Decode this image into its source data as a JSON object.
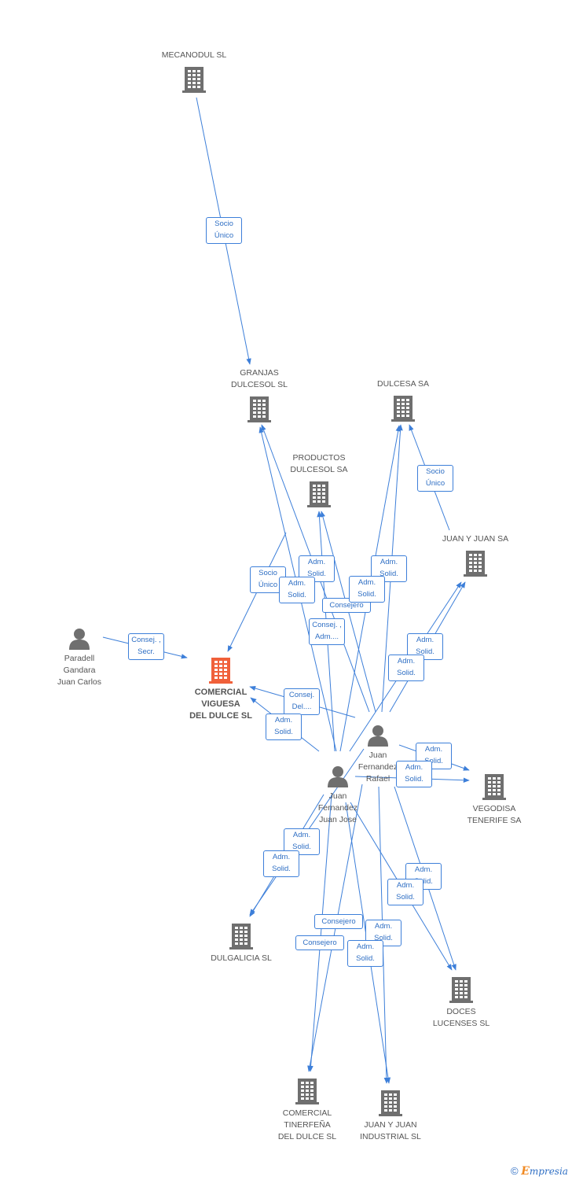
{
  "nodes": [
    {
      "id": "mecanodul",
      "label": "MECANODUL SL",
      "type": "company"
    },
    {
      "id": "granjas",
      "label": "GRANJAS\nDULCESOL SL",
      "type": "company"
    },
    {
      "id": "dulcesa",
      "label": "DULCESA SA",
      "type": "company"
    },
    {
      "id": "productos",
      "label": "PRODUCTOS\nDULCESOL SA",
      "type": "company"
    },
    {
      "id": "juanyjuansa",
      "label": "JUAN Y JUAN SA",
      "type": "company"
    },
    {
      "id": "paradell",
      "label": "Paradell\nGandara\nJuan Carlos",
      "type": "person"
    },
    {
      "id": "comercial",
      "label": "COMERCIAL\nVIGUESA\nDEL DULCE SL",
      "type": "main"
    },
    {
      "id": "rafael",
      "label": "Juan\nFernandez\nRafael",
      "type": "person"
    },
    {
      "id": "jose",
      "label": "Juan\nFernandez\nJuan Jose",
      "type": "person"
    },
    {
      "id": "vegodisa",
      "label": "VEGODISA\nTENERIFE SA",
      "type": "company"
    },
    {
      "id": "dulgalicia",
      "label": "DULGALICIA SL",
      "type": "company"
    },
    {
      "id": "doces",
      "label": "DOCES\nLUCENSES SL",
      "type": "company"
    },
    {
      "id": "tinerfena",
      "label": "COMERCIAL\nTINERFEÑA\nDEL DULCE SL",
      "type": "company"
    },
    {
      "id": "juanind",
      "label": "JUAN Y JUAN\nINDUSTRIAL SL",
      "type": "company"
    }
  ],
  "edges": [
    {
      "from": "mecanodul",
      "to": "granjas",
      "label": "Socio\nÚnico"
    },
    {
      "from": "juanyjuansa",
      "to": "dulcesa",
      "label": "Socio\nÚnico"
    },
    {
      "from": "productos",
      "to": "comercial",
      "label": "Socio\nÚnico"
    },
    {
      "from": "paradell",
      "to": "comercial",
      "label": "Consej. ,\nSecr."
    },
    {
      "from": "rafael",
      "to": "granjas",
      "label": "Adm.\nSolid."
    },
    {
      "from": "jose",
      "to": "granjas",
      "label": "Adm.\nSolid."
    },
    {
      "from": "rafael",
      "to": "productos",
      "label": "Consejero"
    },
    {
      "from": "jose",
      "to": "productos",
      "label": "Consej. ,\nAdm...."
    },
    {
      "from": "rafael",
      "to": "dulcesa",
      "label": "Adm.\nSolid."
    },
    {
      "from": "jose",
      "to": "dulcesa",
      "label": "Adm.\nSolid."
    },
    {
      "from": "rafael",
      "to": "juanyjuansa",
      "label": "Adm.\nSolid."
    },
    {
      "from": "jose",
      "to": "juanyjuansa",
      "label": "Adm.\nSolid."
    },
    {
      "from": "rafael",
      "to": "comercial",
      "label": "Consej.\nDel...."
    },
    {
      "from": "jose",
      "to": "comercial",
      "label": "Adm.\nSolid."
    },
    {
      "from": "rafael",
      "to": "vegodisa",
      "label": "Adm.\nSolid."
    },
    {
      "from": "jose",
      "to": "vegodisa",
      "label": "Adm.\nSolid."
    },
    {
      "from": "rafael",
      "to": "dulgalicia",
      "label": "Adm.\nSolid."
    },
    {
      "from": "jose",
      "to": "dulgalicia",
      "label": "Adm.\nSolid."
    },
    {
      "from": "rafael",
      "to": "doces",
      "label": "Adm.\nSolid."
    },
    {
      "from": "jose",
      "to": "doces",
      "label": "Adm.\nSolid."
    },
    {
      "from": "rafael",
      "to": "tinerfena",
      "label": "Consejero"
    },
    {
      "from": "jose",
      "to": "tinerfena",
      "label": "Consejero"
    },
    {
      "from": "rafael",
      "to": "juanind",
      "label": "Adm.\nSolid."
    },
    {
      "from": "jose",
      "to": "juanind",
      "label": "Adm.\nSolid."
    }
  ],
  "colors": {
    "edge": "#3d7fd9",
    "company_icon": "#6f6f6f",
    "main_icon": "#f0603a",
    "person_icon": "#6f6f6f"
  },
  "footer": {
    "copyright": "©",
    "brand_first": "E",
    "brand_rest": "mpresia"
  }
}
